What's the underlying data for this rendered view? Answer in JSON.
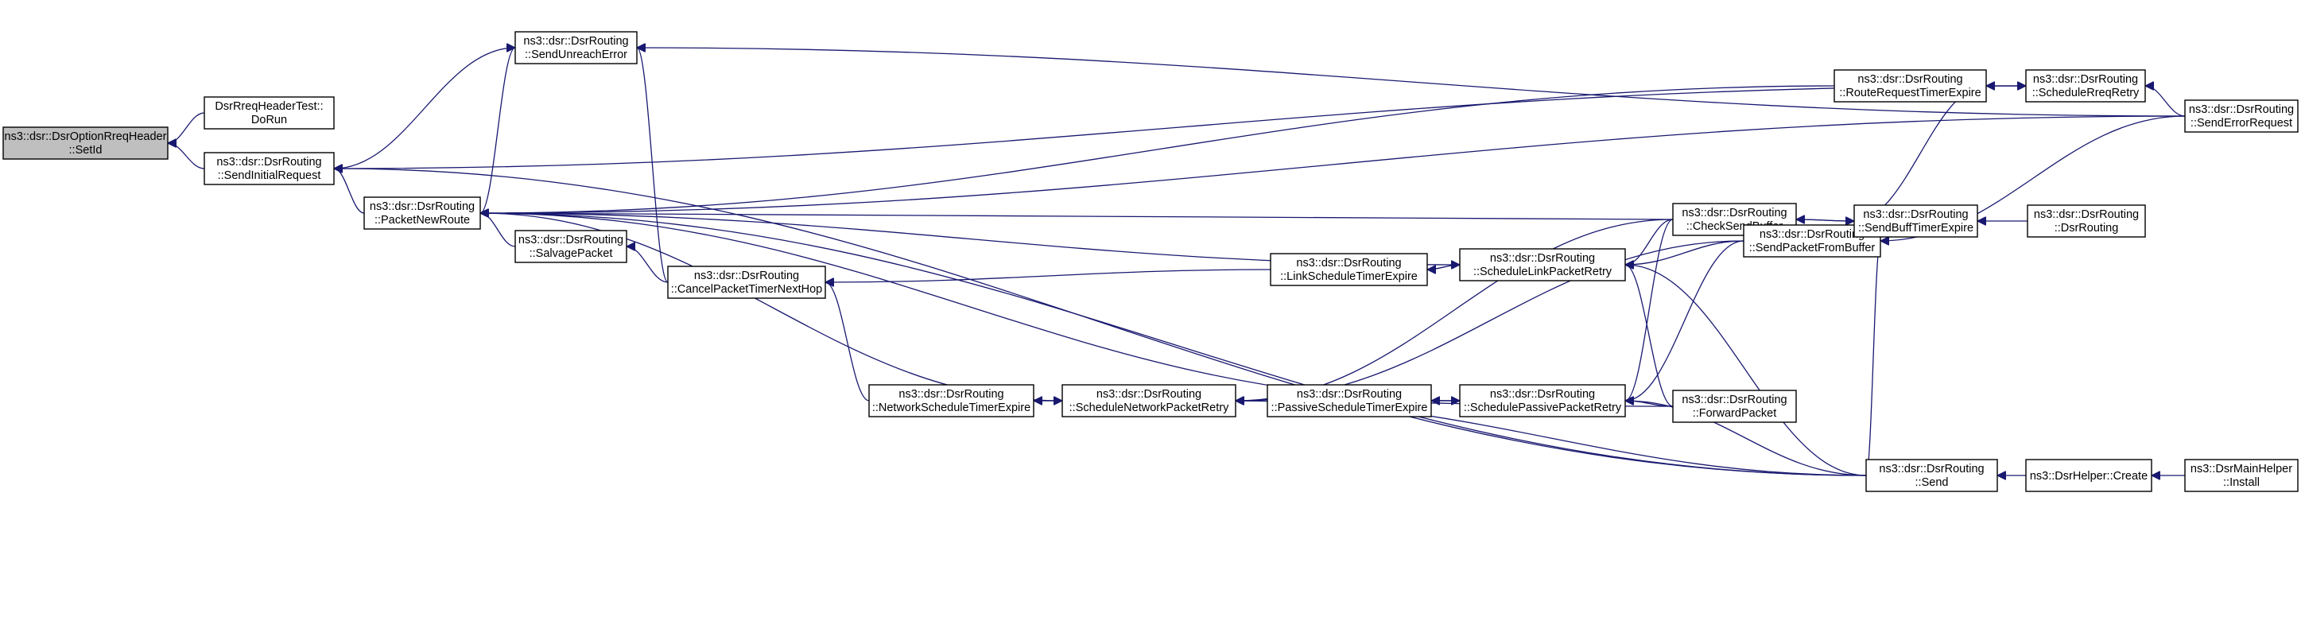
{
  "nodes": [
    {
      "id": "setid",
      "line1": "ns3::dsr::DsrOptionRreqHeader",
      "line2": "::SetId",
      "root": true
    },
    {
      "id": "dorun",
      "line1": "DsrRreqHeaderTest::",
      "line2": "DoRun"
    },
    {
      "id": "sendinitial",
      "line1": "ns3::dsr::DsrRouting",
      "line2": "::SendInitialRequest"
    },
    {
      "id": "sendunreach",
      "line1": "ns3::dsr::DsrRouting",
      "line2": "::SendUnreachError"
    },
    {
      "id": "packetnewroute",
      "line1": "ns3::dsr::DsrRouting",
      "line2": "::PacketNewRoute"
    },
    {
      "id": "salvage",
      "line1": "ns3::dsr::DsrRouting",
      "line2": "::SalvagePacket"
    },
    {
      "id": "cancelpacket",
      "line1": "ns3::dsr::DsrRouting",
      "line2": "::CancelPacketTimerNextHop"
    },
    {
      "id": "netschedtimer",
      "line1": "ns3::dsr::DsrRouting",
      "line2": "::NetworkScheduleTimerExpire"
    },
    {
      "id": "schednetretry",
      "line1": "ns3::dsr::DsrRouting",
      "line2": "::ScheduleNetworkPacketRetry"
    },
    {
      "id": "passschedtimer",
      "line1": "ns3::dsr::DsrRouting",
      "line2": "::PassiveScheduleTimerExpire"
    },
    {
      "id": "linkschedtimer",
      "line1": "ns3::dsr::DsrRouting",
      "line2": "::LinkScheduleTimerExpire"
    },
    {
      "id": "schedlinkretry",
      "line1": "ns3::dsr::DsrRouting",
      "line2": "::ScheduleLinkPacketRetry"
    },
    {
      "id": "schedpassretry",
      "line1": "ns3::dsr::DsrRouting",
      "line2": "::SchedulePassivePacketRetry"
    },
    {
      "id": "checksendbuf",
      "line1": "ns3::dsr::DsrRouting",
      "line2": "::CheckSendBuffer"
    },
    {
      "id": "sendpktbuf",
      "line1": "ns3::dsr::DsrRouting",
      "line2": "::SendPacketFromBuffer"
    },
    {
      "id": "forwardpkt",
      "line1": "ns3::dsr::DsrRouting",
      "line2": "::ForwardPacket"
    },
    {
      "id": "send",
      "line1": "ns3::dsr::DsrRouting",
      "line2": "::Send"
    },
    {
      "id": "routereqtimer",
      "line1": "ns3::dsr::DsrRouting",
      "line2": "::RouteRequestTimerExpire"
    },
    {
      "id": "schedrreqretry",
      "line1": "ns3::dsr::DsrRouting",
      "line2": "::ScheduleRreqRetry"
    },
    {
      "id": "senderrorreq",
      "line1": "ns3::dsr::DsrRouting",
      "line2": "::SendErrorRequest"
    },
    {
      "id": "sendbufftimer",
      "line1": "ns3::dsr::DsrRouting",
      "line2": "::SendBuffTimerExpire"
    },
    {
      "id": "dsrrouting",
      "line1": "ns3::dsr::DsrRouting",
      "line2": "::DsrRouting"
    },
    {
      "id": "helpercreate",
      "line1": "ns3::DsrHelper::Create",
      "line2": ""
    },
    {
      "id": "mainhelper",
      "line1": "ns3::DsrMainHelper",
      "line2": "::Install"
    }
  ],
  "edges": [
    {
      "from": "dorun",
      "to": "setid"
    },
    {
      "from": "sendinitial",
      "to": "setid"
    },
    {
      "from": "sendunreach",
      "to": "sendinitial"
    },
    {
      "from": "schedrreqretry",
      "to": "sendinitial"
    },
    {
      "from": "packetnewroute",
      "to": "sendinitial"
    },
    {
      "from": "send",
      "to": "sendinitial"
    },
    {
      "from": "senderrorreq",
      "to": "sendunreach"
    },
    {
      "from": "cancelpacket",
      "to": "sendunreach"
    },
    {
      "from": "packetnewroute",
      "to": "sendunreach"
    },
    {
      "from": "routereqtimer",
      "to": "packetnewroute"
    },
    {
      "from": "senderrorreq",
      "to": "packetnewroute"
    },
    {
      "from": "checksendbuf",
      "to": "packetnewroute"
    },
    {
      "from": "salvage",
      "to": "packetnewroute"
    },
    {
      "from": "schedlinkretry",
      "to": "packetnewroute"
    },
    {
      "from": "schednetretry",
      "to": "packetnewroute"
    },
    {
      "from": "schedpassretry",
      "to": "packetnewroute"
    },
    {
      "from": "send",
      "to": "packetnewroute"
    },
    {
      "from": "cancelpacket",
      "to": "salvage"
    },
    {
      "from": "linkschedtimer",
      "to": "cancelpacket"
    },
    {
      "from": "netschedtimer",
      "to": "cancelpacket"
    },
    {
      "from": "schednetretry",
      "to": "netschedtimer"
    },
    {
      "from": "netschedtimer",
      "to": "schednetretry"
    },
    {
      "from": "passschedtimer",
      "to": "schednetretry"
    },
    {
      "from": "checksendbuf",
      "to": "schednetretry"
    },
    {
      "from": "sendpktbuf",
      "to": "schednetretry"
    },
    {
      "from": "forwardpkt",
      "to": "schednetretry"
    },
    {
      "from": "send",
      "to": "schednetretry"
    },
    {
      "from": "schedpassretry",
      "to": "passschedtimer"
    },
    {
      "from": "passschedtimer",
      "to": "schedpassretry"
    },
    {
      "from": "forwardpkt",
      "to": "schedpassretry"
    },
    {
      "from": "send",
      "to": "schedpassretry"
    },
    {
      "from": "checksendbuf",
      "to": "schedpassretry"
    },
    {
      "from": "sendpktbuf",
      "to": "schedpassretry"
    },
    {
      "from": "schedlinkretry",
      "to": "linkschedtimer"
    },
    {
      "from": "linkschedtimer",
      "to": "schedlinkretry"
    },
    {
      "from": "sendpktbuf",
      "to": "schedlinkretry"
    },
    {
      "from": "checksendbuf",
      "to": "schedlinkretry"
    },
    {
      "from": "forwardpkt",
      "to": "schedlinkretry"
    },
    {
      "from": "send",
      "to": "schedlinkretry"
    },
    {
      "from": "sendbufftimer",
      "to": "checksendbuf"
    },
    {
      "from": "senderrorreq",
      "to": "sendpktbuf"
    },
    {
      "from": "send",
      "to": "sendpktbuf"
    },
    {
      "from": "routereqtimer",
      "to": "sendbufftimer"
    },
    {
      "from": "dsrrouting",
      "to": "sendbufftimer"
    },
    {
      "from": "checksendbuf",
      "to": "sendbufftimer"
    },
    {
      "from": "schedrreqretry",
      "to": "routereqtimer"
    },
    {
      "from": "routereqtimer",
      "to": "schedrreqretry"
    },
    {
      "from": "senderrorreq",
      "to": "schedrreqretry"
    },
    {
      "from": "helpercreate",
      "to": "send"
    },
    {
      "from": "mainhelper",
      "to": "helpercreate"
    }
  ],
  "colors": {
    "edge": "#191970",
    "node_border": "#000000",
    "root_fill": "#bfbfbf",
    "node_fill": "#ffffff",
    "background": "#ffffff"
  }
}
